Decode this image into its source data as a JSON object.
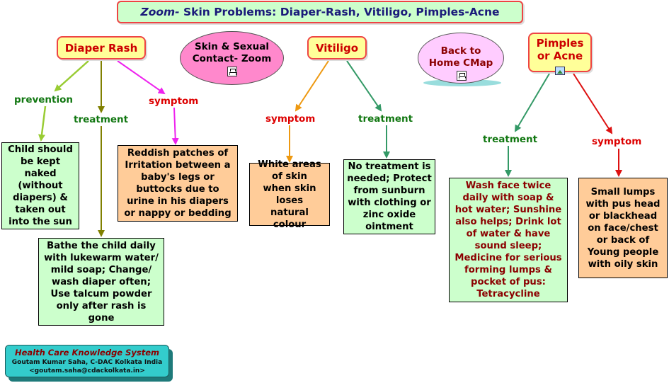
{
  "title": {
    "prefix": "Zoom-",
    "main": " Skin Problems: Diaper-Rash, Vitiligo, Pimples-Acne"
  },
  "concepts": {
    "diaper_rash": "Diaper Rash",
    "vitiligo": "Vitiligo",
    "pimples_line1": "Pimples",
    "pimples_line2": "or Acne"
  },
  "nav": {
    "skin_sexual_line1": "Skin & Sexual",
    "skin_sexual_line2": "Contact- Zoom",
    "back_home_line1": "Back to",
    "back_home_line2": "Home CMap"
  },
  "links": {
    "prevention": "prevention",
    "treatment_diaper": "treatment",
    "symptom_diaper": "symptom",
    "symptom_vitiligo": "symptom",
    "treatment_vitiligo": "treatment",
    "treatment_pimples": "treatment",
    "symptom_pimples": "symptom"
  },
  "nodes": {
    "child_kept_naked": "Child should be kept naked (without diapers) & taken out into the sun",
    "bathe_child": "Bathe the child daily with lukewarm water/ mild soap; Change/ wash diaper often; Use talcum powder only after rash is gone",
    "reddish_patches": "Reddish patches of Irritation between a baby's legs or buttocks due to urine in his diapers or nappy or bedding",
    "white_areas": "White areas of skin when skin loses natural colour",
    "no_treatment": "No treatment is needed; Protect from sunburn with clothing or zinc oxide ointment",
    "wash_face": "Wash face twice daily with soap & hot water; Sunshine also helps; Drink lot of water & have sound sleep; Medicine for serious forming lumps & pocket of pus: Tetracycline",
    "small_lumps": "Small lumps with pus head or blackhead on face/chest or back of Young people with oily skin"
  },
  "footer": {
    "title": "Health Care Knowledge System",
    "author": "Goutam Kumar Saha, C-DAC Kolkata India",
    "email": "<goutam.saha@cdackolkata.in>"
  },
  "colors": {
    "prevention_arrow": "#99cc33",
    "treatment_diaper_arrow": "#808000",
    "symptom_diaper_arrow": "#ee22ee",
    "symptom_vitiligo_arrow": "#ee9911",
    "treatment_vitiligo_arrow": "#339966",
    "treatment_pimples_arrow": "#339966",
    "symptom_pimples_arrow": "#dd1111"
  }
}
